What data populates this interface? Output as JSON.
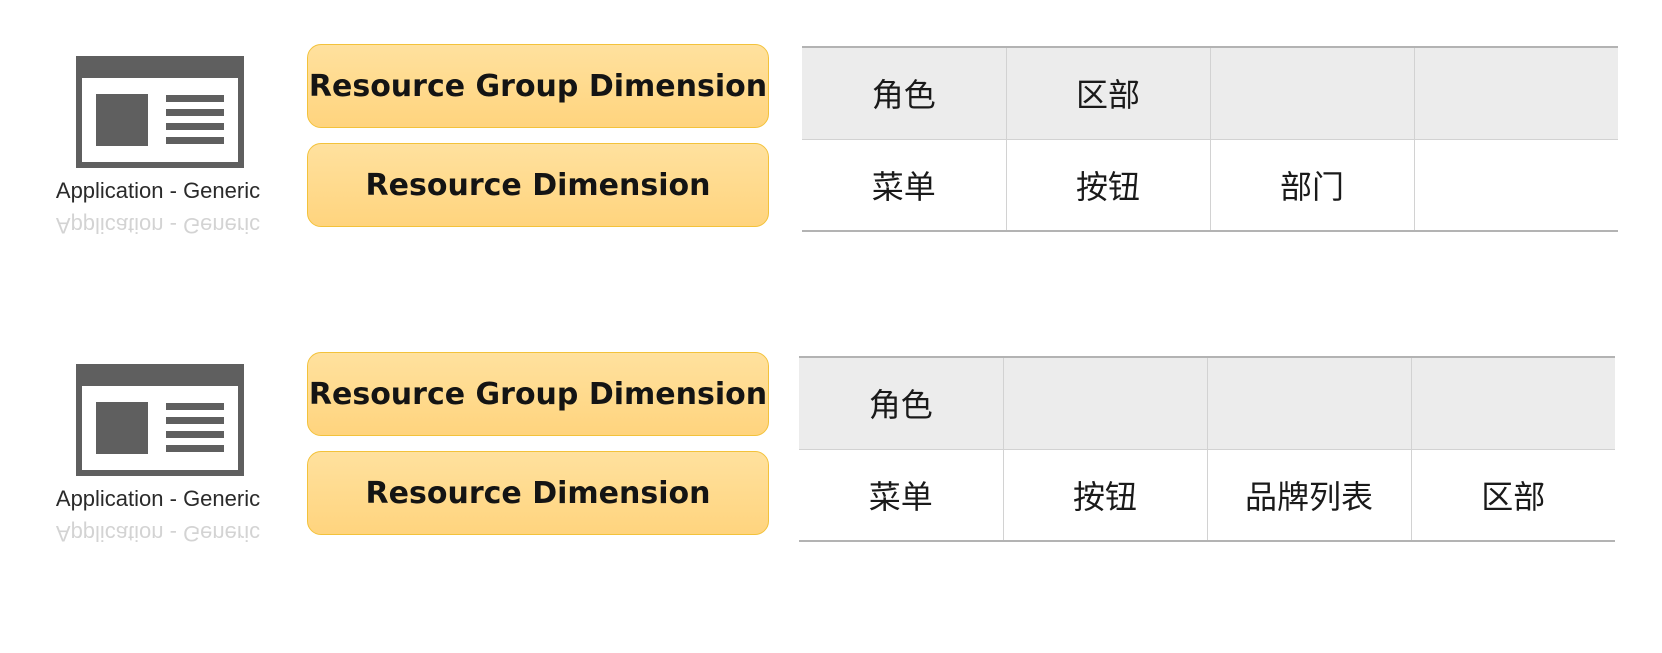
{
  "colors": {
    "dimension_fill_top": "#ffe19e",
    "dimension_fill_bottom": "#ffd47e",
    "dimension_border": "#f3c23b",
    "icon_gray": "#5f5f5f",
    "group_row_bg": "#ececec"
  },
  "diagrams": [
    {
      "application": {
        "icon": "application-window-icon",
        "label": "Application - Generic"
      },
      "dimensions": {
        "group_label": "Resource Group Dimension",
        "resource_label": "Resource Dimension"
      },
      "table": {
        "group_row": [
          "角色",
          "区部",
          "",
          ""
        ],
        "resource_row": [
          "菜单",
          "按钮",
          "部门",
          ""
        ]
      }
    },
    {
      "application": {
        "icon": "application-window-icon",
        "label": "Application - Generic"
      },
      "dimensions": {
        "group_label": "Resource Group Dimension",
        "resource_label": "Resource Dimension"
      },
      "table": {
        "group_row": [
          "角色",
          "",
          "",
          ""
        ],
        "resource_row": [
          "菜单",
          "按钮",
          "品牌列表",
          "区部"
        ]
      }
    }
  ]
}
